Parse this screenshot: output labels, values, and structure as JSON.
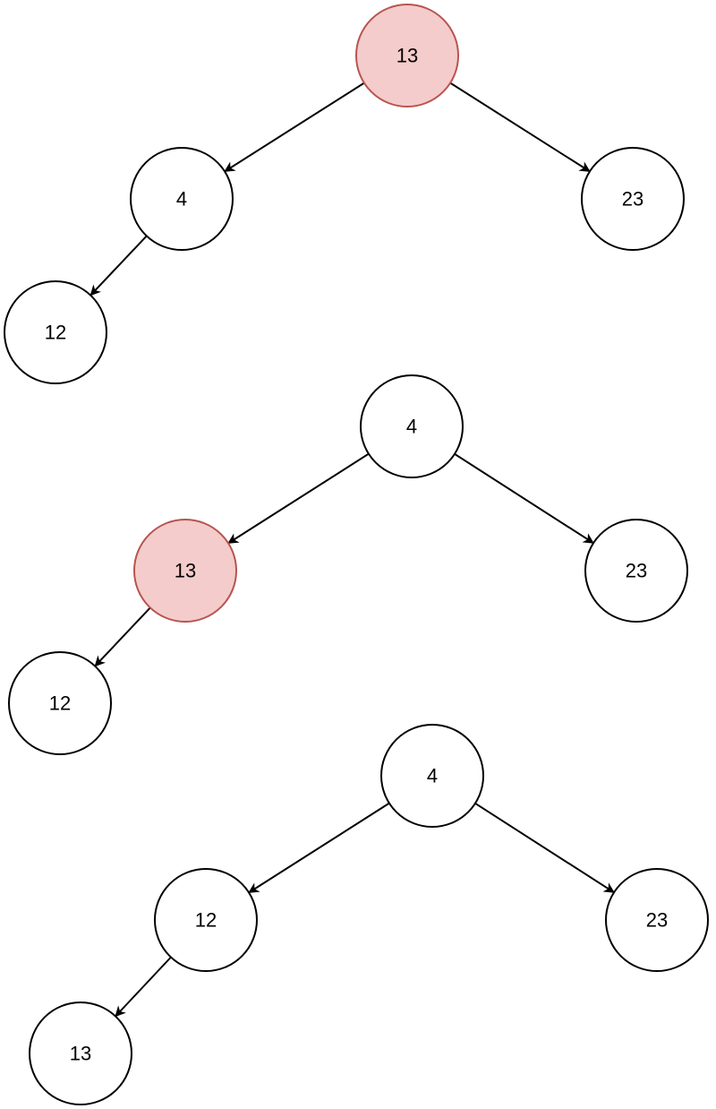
{
  "colors": {
    "node_fill": "#ffffff",
    "node_stroke": "#000000",
    "highlight_fill": "#f4cccc",
    "highlight_stroke": "#b85450",
    "edge": "#000000"
  },
  "trees": [
    {
      "nodes": [
        {
          "id": "a-13",
          "label": "13",
          "highlight": true
        },
        {
          "id": "a-4",
          "label": "4",
          "highlight": false
        },
        {
          "id": "a-23",
          "label": "23",
          "highlight": false
        },
        {
          "id": "a-12",
          "label": "12",
          "highlight": false
        }
      ],
      "edges": [
        {
          "from": "a-13",
          "to": "a-4"
        },
        {
          "from": "a-13",
          "to": "a-23"
        },
        {
          "from": "a-4",
          "to": "a-12"
        }
      ]
    },
    {
      "nodes": [
        {
          "id": "b-4",
          "label": "4",
          "highlight": false
        },
        {
          "id": "b-13",
          "label": "13",
          "highlight": true
        },
        {
          "id": "b-23",
          "label": "23",
          "highlight": false
        },
        {
          "id": "b-12",
          "label": "12",
          "highlight": false
        }
      ],
      "edges": [
        {
          "from": "b-4",
          "to": "b-13"
        },
        {
          "from": "b-4",
          "to": "b-23"
        },
        {
          "from": "b-13",
          "to": "b-12"
        }
      ]
    },
    {
      "nodes": [
        {
          "id": "c-4",
          "label": "4",
          "highlight": false
        },
        {
          "id": "c-12",
          "label": "12",
          "highlight": false
        },
        {
          "id": "c-23",
          "label": "23",
          "highlight": false
        },
        {
          "id": "c-13",
          "label": "13",
          "highlight": false
        }
      ],
      "edges": [
        {
          "from": "c-4",
          "to": "c-12"
        },
        {
          "from": "c-4",
          "to": "c-23"
        },
        {
          "from": "c-12",
          "to": "c-13"
        }
      ]
    }
  ]
}
